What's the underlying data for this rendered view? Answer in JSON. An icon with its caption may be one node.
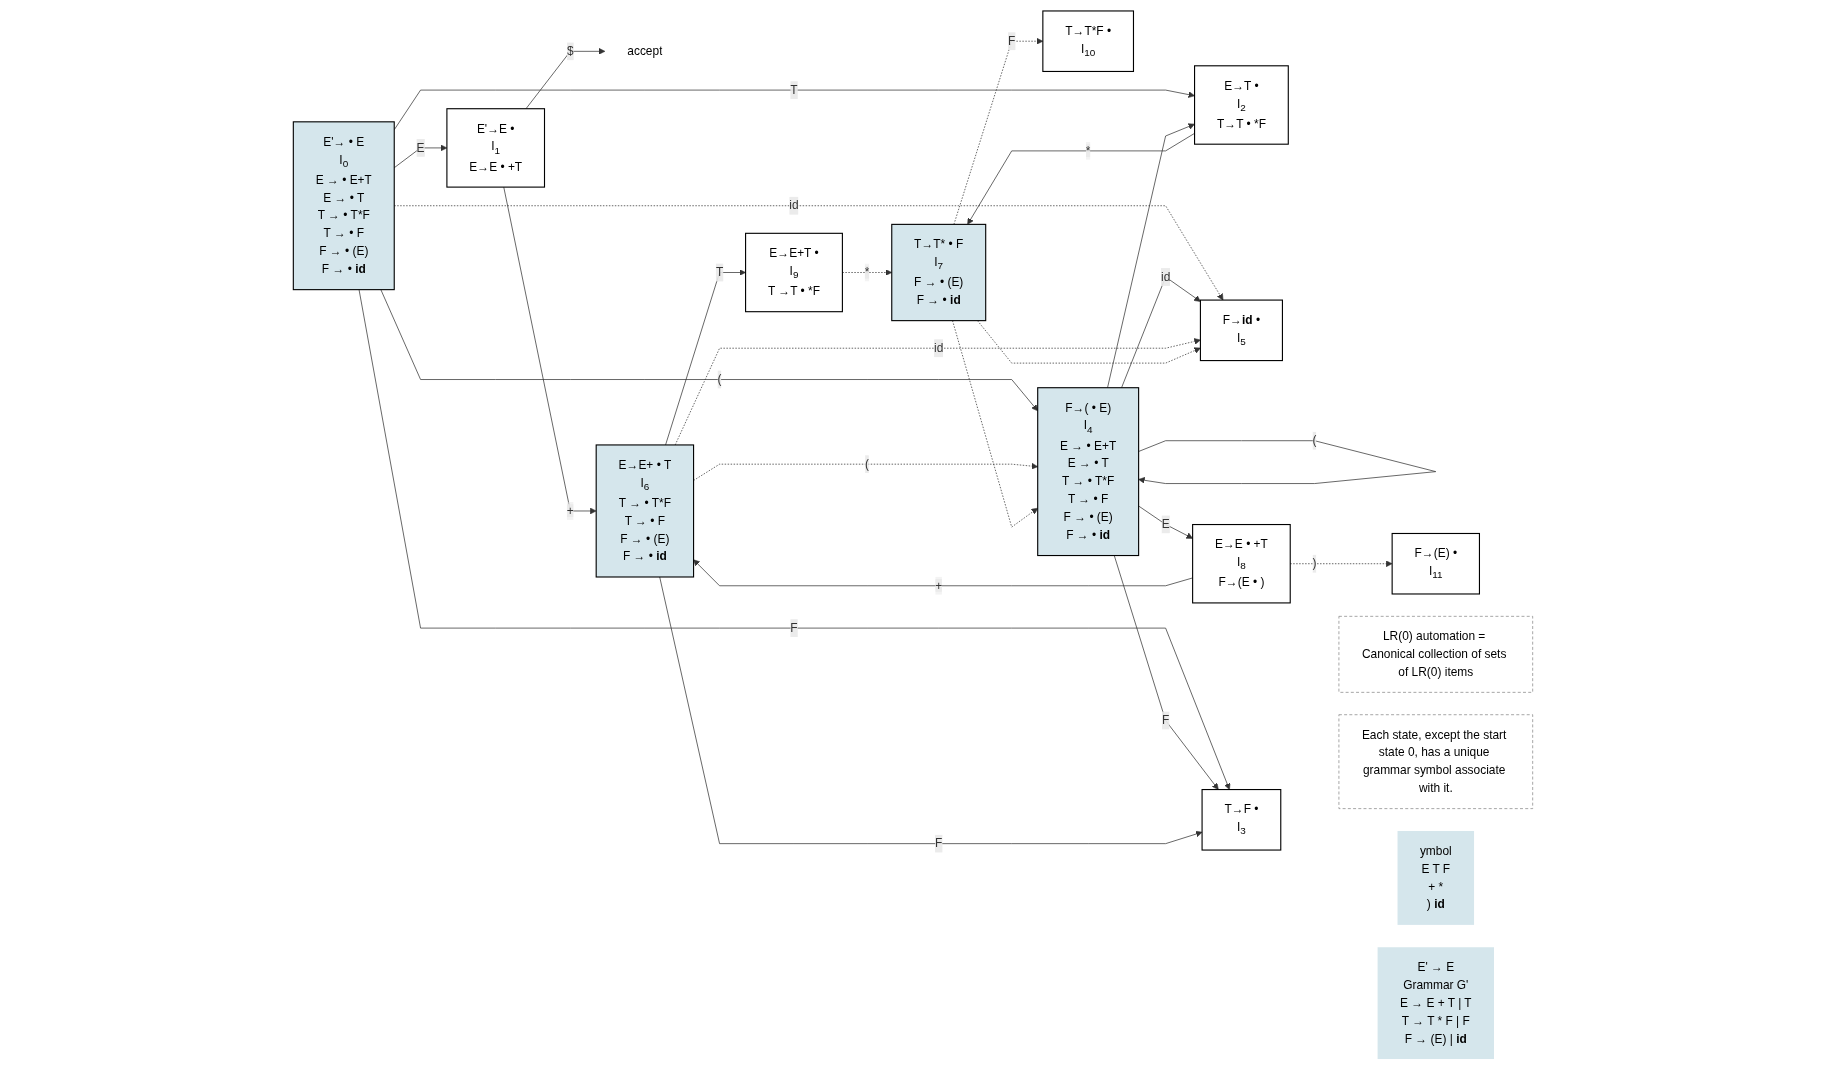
{
  "diagram": {
    "nodes": [
      {
        "text": [
          "E'→ • E",
          "I$_{0}$",
          "E → • E+T",
          "E → • T",
          "T → • T*F",
          "T → • F",
          "F → • (E)",
          "F → • **id**"
        ]
      },
      {
        "text": [
          "E'→E •",
          "I$_{1}$",
          "E→E • +T"
        ]
      },
      {
        "text": [
          "accept"
        ]
      },
      {
        "text": [
          "E→E+ • T",
          "I$_{6}$",
          "T → • T*F",
          "T → • F",
          "F → • (E)",
          "F → • **id**"
        ]
      },
      {
        "text": [
          "E→E+T •",
          "I$_{9}$",
          "T →T • *F"
        ]
      },
      {
        "text": [
          "E→T •",
          "I$_{2}$",
          "T→T • *F"
        ]
      },
      {
        "text": [
          "LR(0) automation = Canonical collection of sets of LR(0) items"
        ]
      },
      {
        "text": [
          "F→**id** •",
          "I$_{5}$"
        ]
      },
      {
        "text": [
          "T→T* • F",
          "I$_{7}$",
          "F → • (E)",
          "F → • **id**"
        ]
      },
      {
        "text": [
          "T→T*F •",
          "I$_{10}$"
        ]
      },
      {
        "text": [
          "F→( • E)",
          "I$_{4}$",
          "E → • E+T",
          "E → • T",
          "T → • T*F",
          "T → • F",
          "F → • (E)",
          "F → • **id**"
        ]
      },
      {
        "text": [
          "Each state, except the start state 0, has a unique grammar symbol associate with it."
        ]
      },
      {
        "text": [
          "ymbol",
          "E T F",
          "+ *",
          ") **id**"
        ]
      },
      {
        "text": [
          "E→E • +T",
          "I$_{8}$",
          "F→(E • )"
        ]
      },
      {
        "text": [
          "F→(E) •",
          "I$_{11}$"
        ]
      },
      {
        "text": [
          "E' → E",
          "Grammar G'",
          "E → E + T | T",
          "T → T * F | F",
          "F → (E) | **id**"
        ]
      },
      {
        "text": [
          "T→F •",
          "I$_{3}$"
        ]
      }
    ],
    "edges": [
      {
        "from": 0,
        "to": 1,
        "arrow": "to",
        "label": "E"
      },
      {
        "from": 1,
        "to": 2,
        "arrow": "to",
        "label": "$"
      },
      {
        "from": 1,
        "to": 3,
        "arrow": "to",
        "label": "+"
      },
      {
        "from": 0,
        "to": 5,
        "arrow": "to",
        "label": "T"
      },
      {
        "from": 0,
        "to": 7,
        "arrow": "to",
        "label": "id",
        "style": "dashed"
      },
      {
        "from": 0,
        "to": 10,
        "arrow": "to",
        "label": "("
      },
      {
        "from": 0,
        "to": 16,
        "arrow": "to",
        "label": "F"
      },
      {
        "from": 5,
        "to": 8,
        "arrow": "to",
        "label": "*"
      },
      {
        "from": 10,
        "to": 7,
        "arrow": "to",
        "label": "id"
      },
      {
        "from": 10,
        "to": 10,
        "arrow": "to",
        "label": "("
      },
      {
        "from": 10,
        "to": 13,
        "arrow": "to",
        "label": "E"
      },
      {
        "from": 10,
        "to": 16,
        "arrow": "to",
        "label": "F"
      },
      {
        "from": 10,
        "to": 5,
        "arrow": "to"
      },
      {
        "from": 3,
        "to": 4,
        "arrow": "to",
        "label": "T"
      },
      {
        "from": 3,
        "to": 16,
        "arrow": "to",
        "label": "F"
      },
      {
        "from": 3,
        "to": 7,
        "arrow": "to",
        "label": "id",
        "style": "dashed"
      },
      {
        "from": 8,
        "to": 7,
        "arrow": "to",
        "style": "dashed"
      },
      {
        "from": 3,
        "to": 10,
        "arrow": "to",
        "label": "(",
        "style": "dashed"
      },
      {
        "from": 8,
        "to": 10,
        "arrow": "to",
        "style": "dashed"
      },
      {
        "from": 13,
        "to": 3,
        "arrow": "to",
        "label": "+"
      },
      {
        "from": 8,
        "to": 9,
        "arrow": "to",
        "label": "F",
        "style": "dashed"
      },
      {
        "from": 4,
        "to": 8,
        "arrow": "to",
        "label": "*",
        "style": "dashed"
      },
      {
        "from": 13,
        "to": 14,
        "arrow": "to",
        "label": ")",
        "style": "dashed"
      }
    ]
  }
}
